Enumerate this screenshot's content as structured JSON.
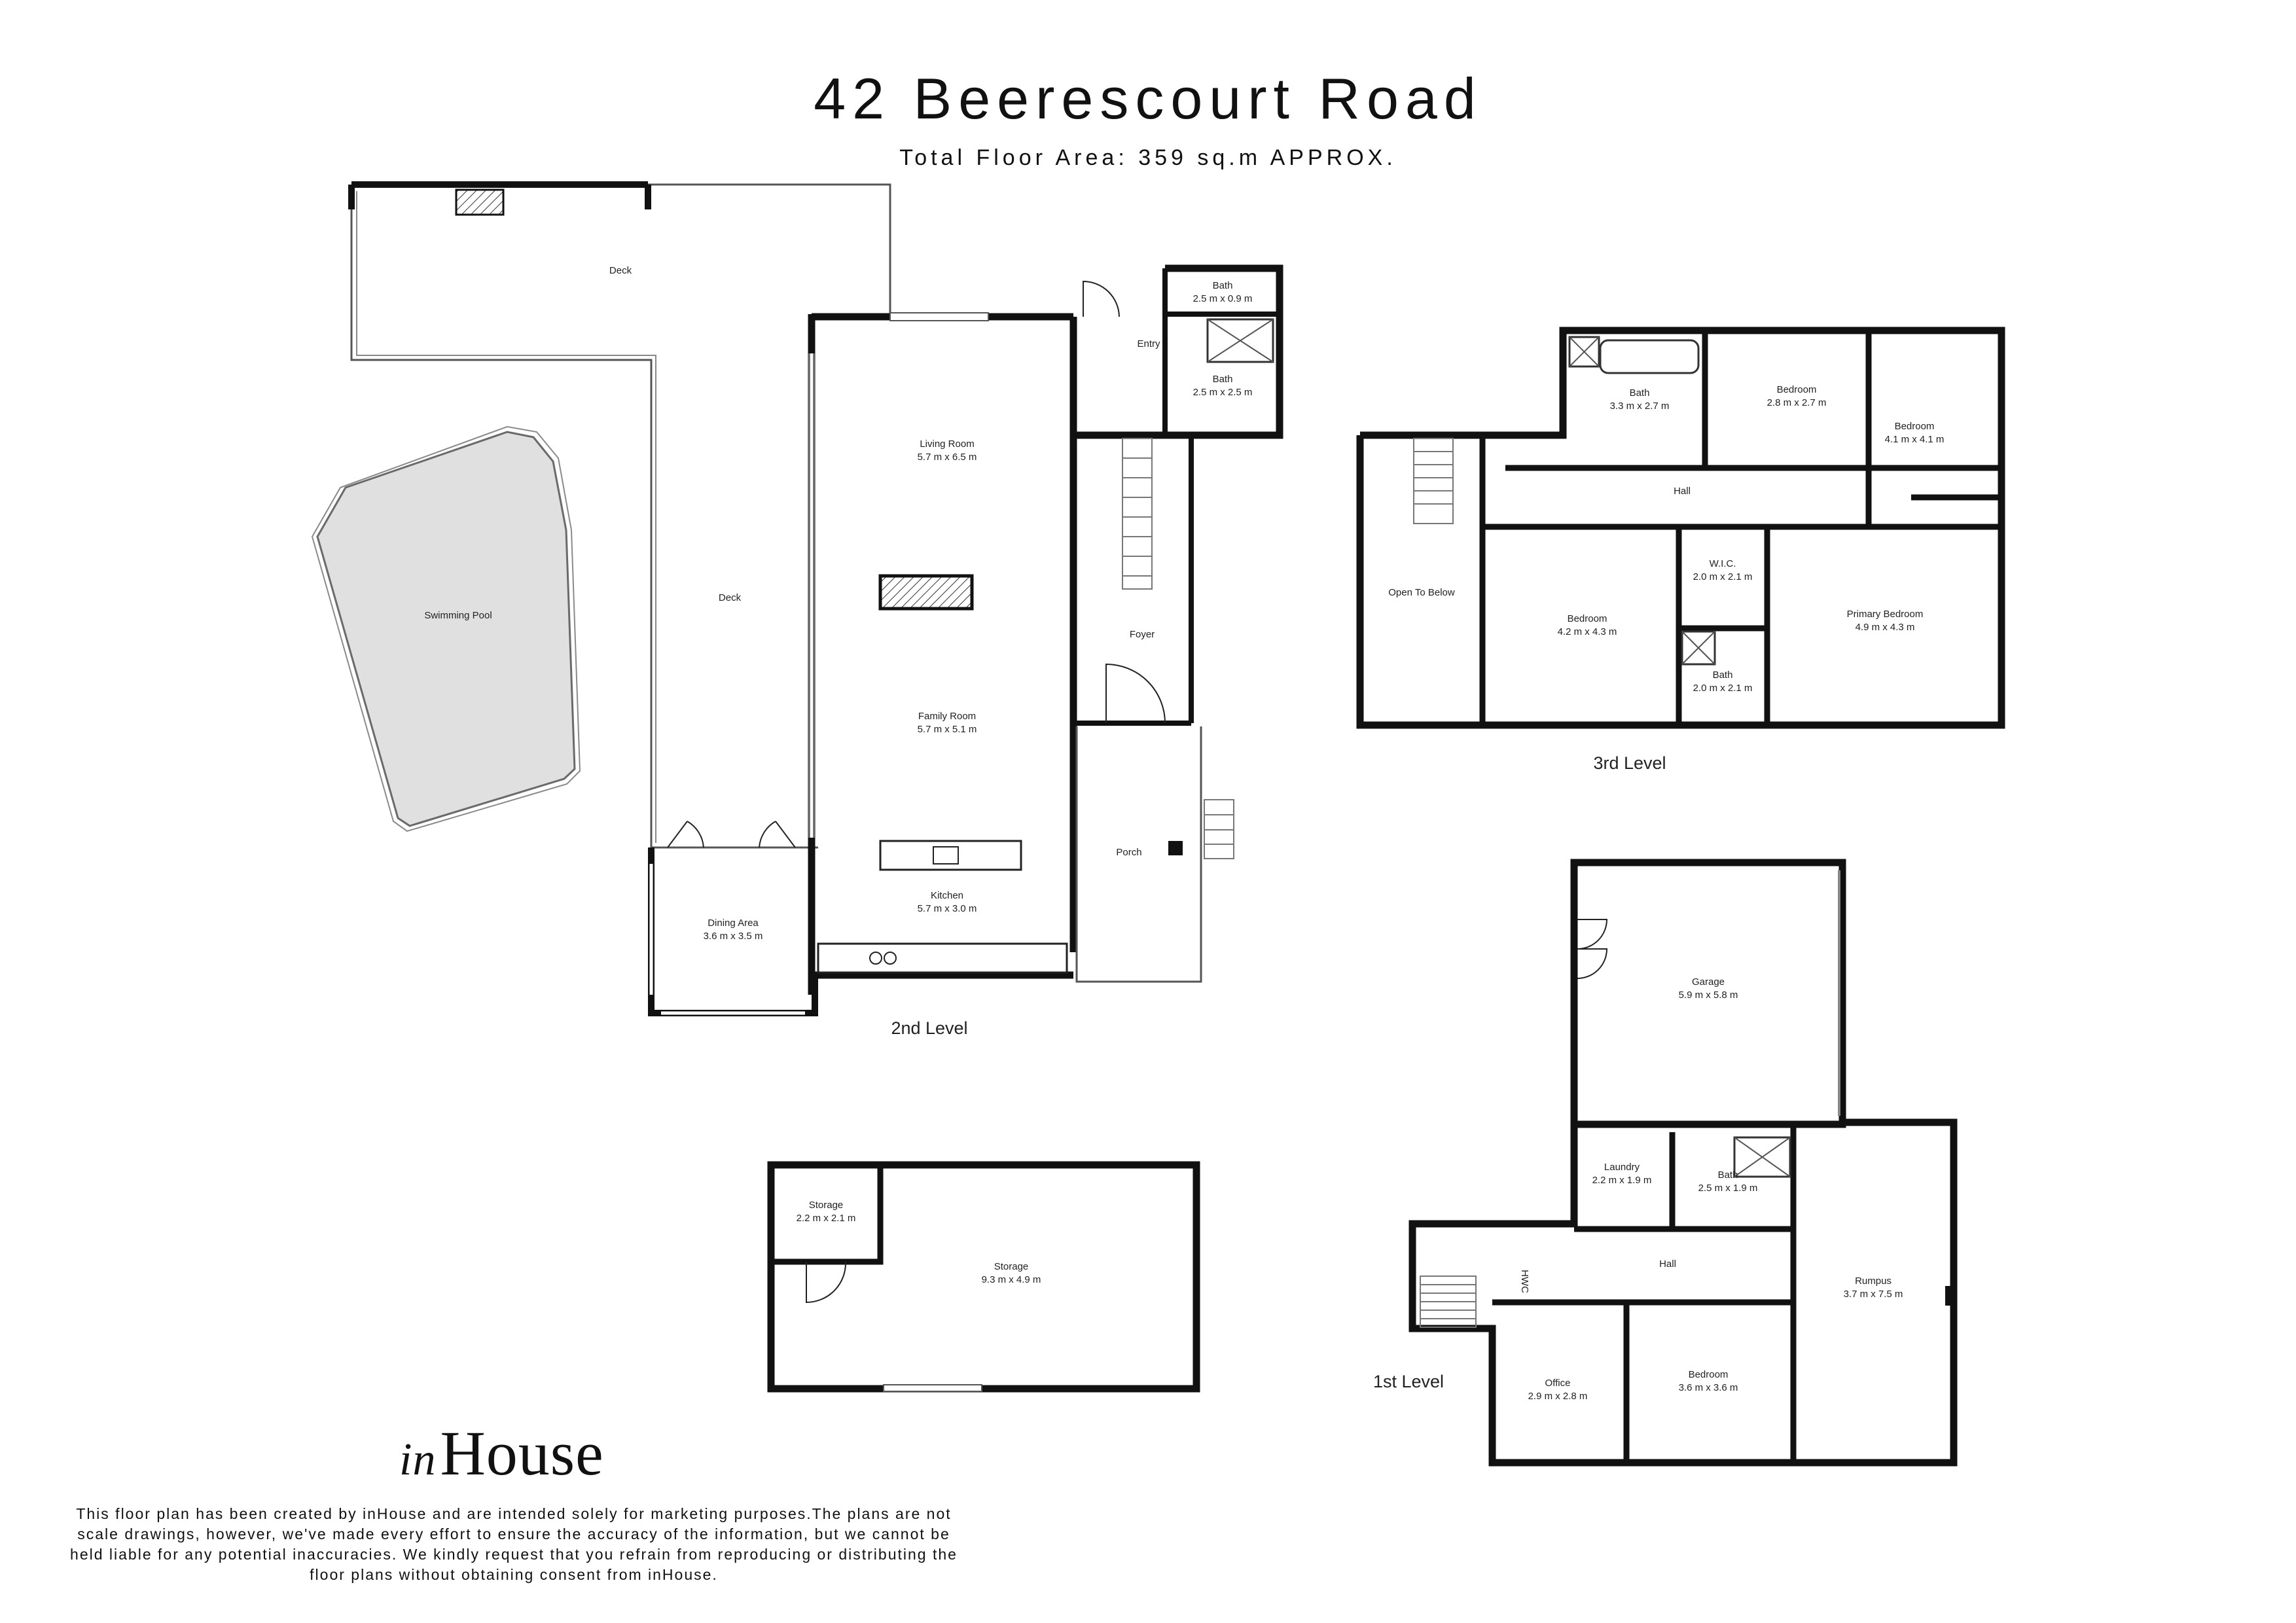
{
  "title": "42 Beerescourt Road",
  "subtitle": "Total Floor Area: 359 sq.m APPROX.",
  "logo": {
    "prefix": "in",
    "main": "House"
  },
  "disclaimer": "This floor plan has been created by inHouse and are intended solely for marketing purposes.The plans are not scale drawings, however, we've made every effort to ensure the accuracy of the information, but we cannot be held liable for any potential inaccuracies. We kindly request that you refrain from reproducing or distributing the floor plans without obtaining consent from inHouse.",
  "levels": {
    "first": "1st Level",
    "second": "2nd Level",
    "third": "3rd Level"
  },
  "rooms": {
    "deck_top": {
      "name": "Deck"
    },
    "deck_side": {
      "name": "Deck"
    },
    "pool": {
      "name": "Swimming Pool"
    },
    "bath_small": {
      "name": "Bath",
      "dims": "2.5 m x 0.9 m"
    },
    "entry": {
      "name": "Entry"
    },
    "bath_entry": {
      "name": "Bath",
      "dims": "2.5 m x 2.5 m"
    },
    "living": {
      "name": "Living Room",
      "dims": "5.7 m x 6.5 m"
    },
    "foyer": {
      "name": "Foyer"
    },
    "family": {
      "name": "Family Room",
      "dims": "5.7 m x 5.1 m"
    },
    "porch": {
      "name": "Porch"
    },
    "kitchen": {
      "name": "Kitchen",
      "dims": "5.7 m x 3.0 m"
    },
    "dining": {
      "name": "Dining Area",
      "dims": "3.6 m x 3.5 m"
    },
    "bath_upper": {
      "name": "Bath",
      "dims": "3.3 m x 2.7 m"
    },
    "bedroom_28": {
      "name": "Bedroom",
      "dims": "2.8 m x 2.7 m"
    },
    "bedroom_41": {
      "name": "Bedroom",
      "dims": "4.1 m x 4.1 m"
    },
    "hall_upper": {
      "name": "Hall"
    },
    "open_below": {
      "name": "Open To Below"
    },
    "bedroom_42": {
      "name": "Bedroom",
      "dims": "4.2 m x 4.3 m"
    },
    "wic": {
      "name": "W.I.C.",
      "dims": "2.0 m x 2.1 m"
    },
    "primary": {
      "name": "Primary Bedroom",
      "dims": "4.9 m x 4.3 m"
    },
    "bath_ensuite": {
      "name": "Bath",
      "dims": "2.0 m x 2.1 m"
    },
    "garage": {
      "name": "Garage",
      "dims": "5.9 m x 5.8 m"
    },
    "laundry": {
      "name": "Laundry",
      "dims": "2.2 m x 1.9 m"
    },
    "bath_lower": {
      "name": "Bath",
      "dims": "2.5 m x 1.9 m"
    },
    "hall_lower": {
      "name": "Hall"
    },
    "rumpus": {
      "name": "Rumpus",
      "dims": "3.7 m x 7.5 m"
    },
    "office": {
      "name": "Office",
      "dims": "2.9 m x 2.8 m"
    },
    "bedroom_36": {
      "name": "Bedroom",
      "dims": "3.6 m x 3.6 m"
    },
    "storage_small": {
      "name": "Storage",
      "dims": "2.2 m x 2.1 m"
    },
    "storage_large": {
      "name": "Storage",
      "dims": "9.3 m x 4.9 m"
    },
    "hwc": {
      "name": "HWC"
    }
  }
}
